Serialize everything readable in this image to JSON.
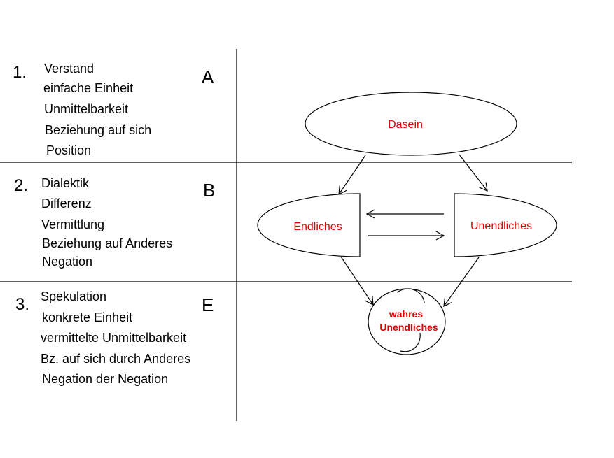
{
  "rows": [
    {
      "number": "1.",
      "letter": "A",
      "items": [
        "Verstand",
        "einfache Einheit",
        "Unmittelbarkeit",
        "Beziehung auf sich",
        "Position"
      ]
    },
    {
      "number": "2.",
      "letter": "B",
      "items": [
        "Dialektik",
        "Differenz",
        "Vermittlung",
        "Beziehung auf Anderes",
        "Negation"
      ]
    },
    {
      "number": "3.",
      "letter": "E",
      "items": [
        "Spekulation",
        "konkrete Einheit",
        "vermittelte Unmittelbarkeit",
        "Bz. auf sich durch Anderes",
        "Negation der Negation"
      ]
    }
  ],
  "diagram": {
    "dasein": "Dasein",
    "endliches": "Endliches",
    "unendliches": "Unendliches",
    "wahres_line1": "wahres",
    "wahres_line2": "Unendliches",
    "label_color": "#e00000"
  }
}
